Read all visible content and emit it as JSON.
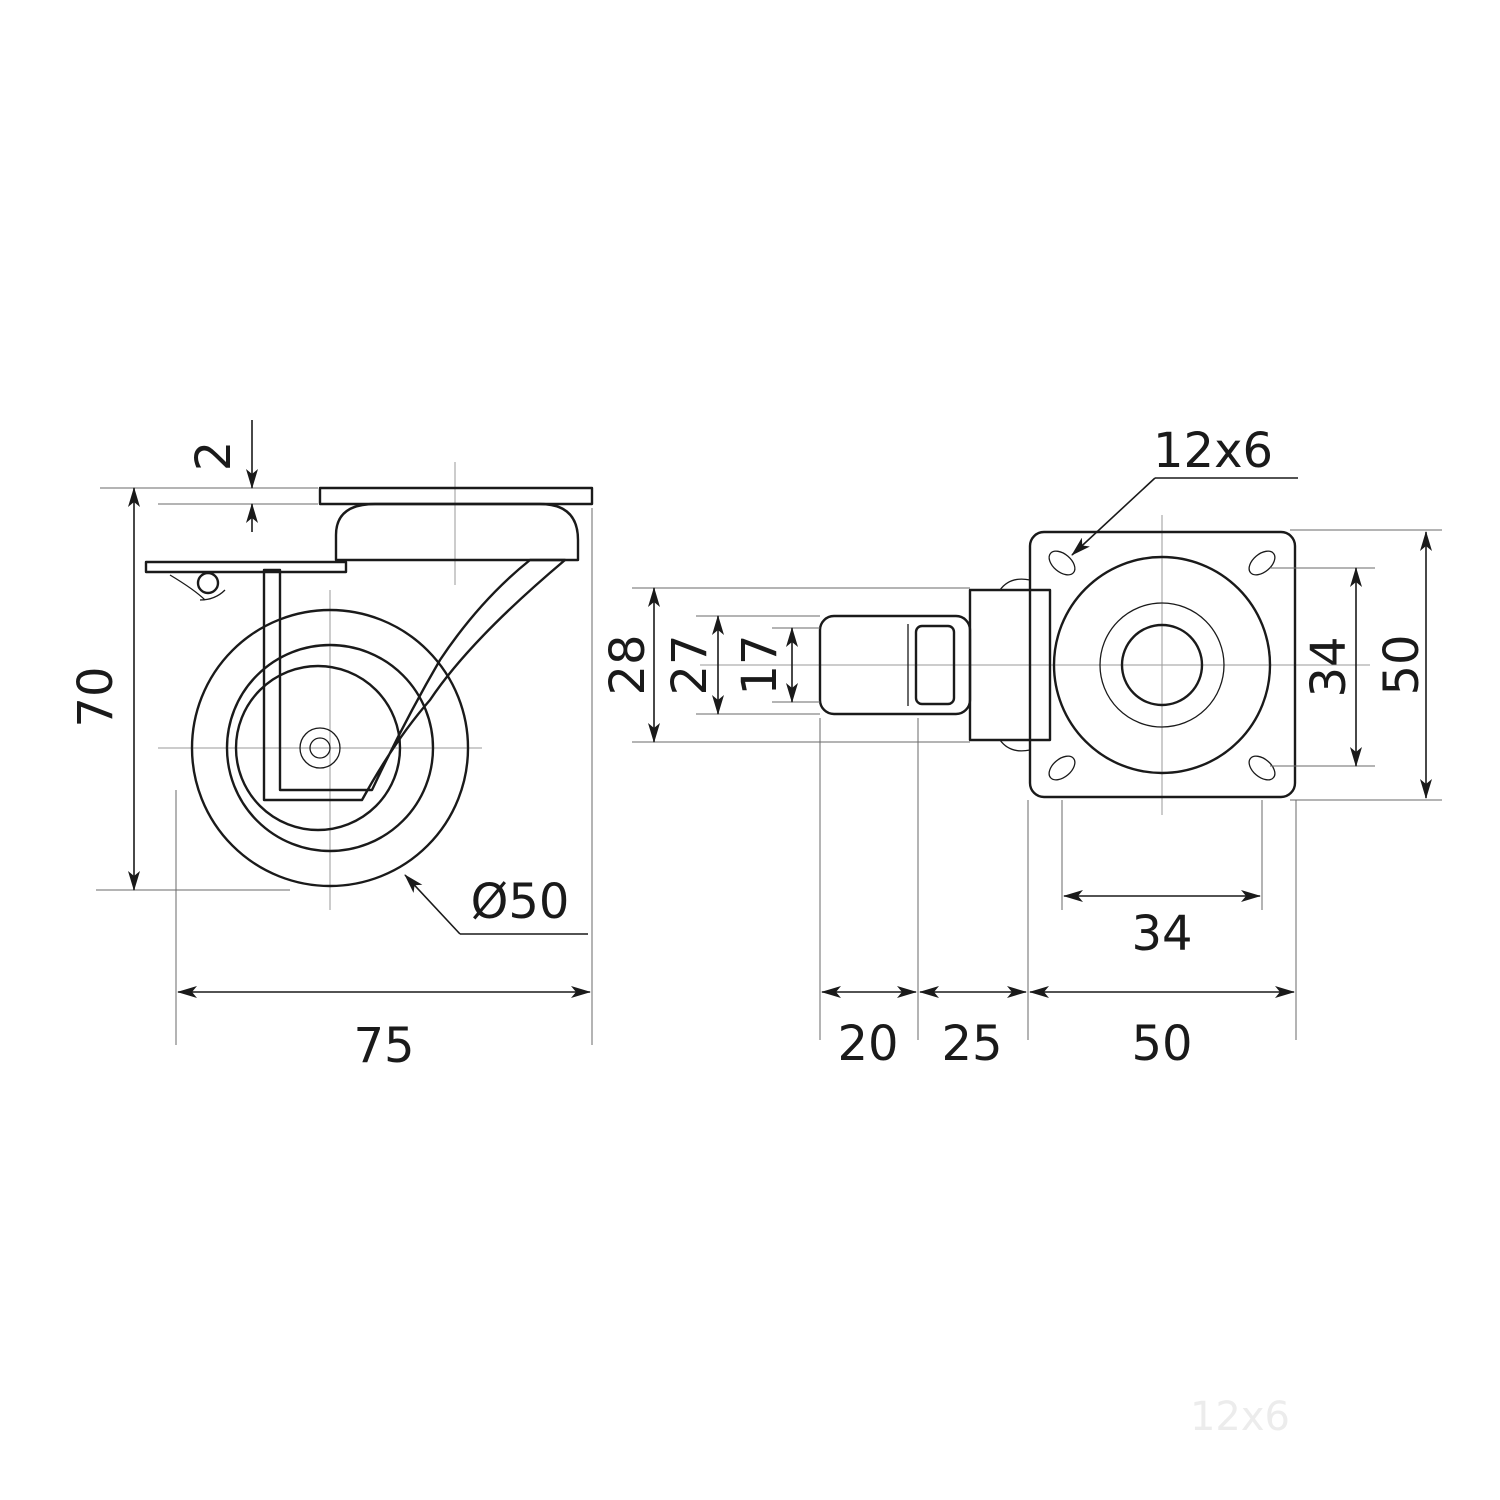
{
  "drawing": {
    "side_view": {
      "plate_thickness": "2",
      "total_height": "70",
      "wheel_diameter": "Ø50",
      "overall_width": "75"
    },
    "top_view": {
      "slot_size": "12x6",
      "hole_spacing_vertical": "34",
      "plate_height": "50",
      "hole_spacing_horizontal": "34",
      "plate_width": "50",
      "offset_left": "20",
      "offset_mid": "25",
      "dim_28": "28",
      "dim_27": "27",
      "dim_17": "17"
    },
    "watermark_text": "12x6"
  },
  "colors": {
    "line": "#1a1a1a",
    "center_line": "#9a9a9a",
    "background": "#ffffff"
  }
}
